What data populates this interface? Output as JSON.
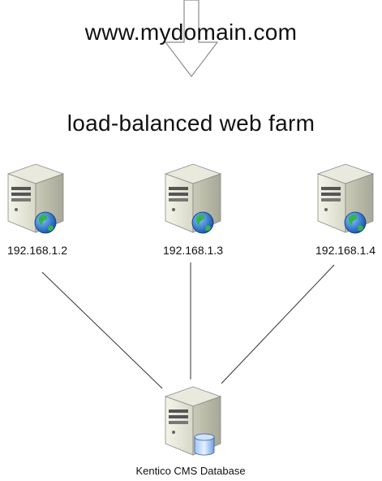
{
  "top": {
    "domain": "www.mydomain.com"
  },
  "farm": {
    "title": "load-balanced web farm"
  },
  "servers": [
    {
      "ip": "192.168.1.2",
      "icon": "web-server-globe-icon"
    },
    {
      "ip": "192.168.1.3",
      "icon": "web-server-globe-icon"
    },
    {
      "ip": "192.168.1.4",
      "icon": "web-server-globe-icon"
    }
  ],
  "database": {
    "label": "Kentico CMS Database",
    "icon": "database-server-icon"
  },
  "colors": {
    "line": "#333333",
    "case_light": "#e8e8d8",
    "case_dark": "#bdbdae",
    "globe": "#1f6fd0",
    "land": "#37b34a",
    "arrow_fill": "#ffffff",
    "arrow_stroke": "#8c8c8c"
  }
}
